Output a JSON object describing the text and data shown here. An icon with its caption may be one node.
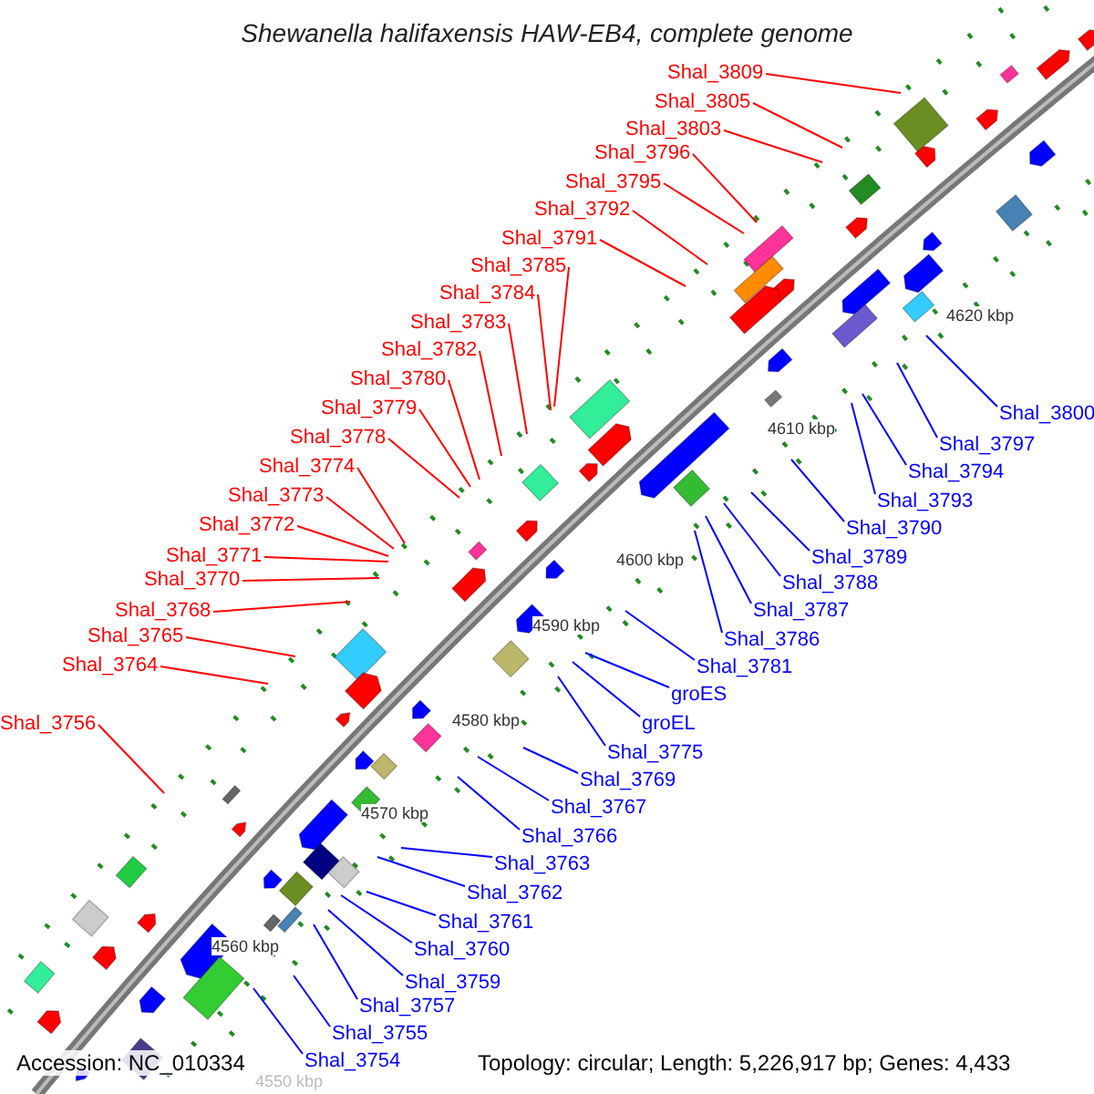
{
  "diagram": {
    "title": "Shewanella halifaxensis HAW-EB4, complete genome",
    "nodes": [
      {
        "text": [
          "Shal_3809"
        ]
      },
      {
        "text": [
          "Shal_3805"
        ]
      },
      {
        "text": [
          "Shal_3803"
        ]
      },
      {
        "text": [
          "Shal_3796"
        ]
      },
      {
        "text": [
          "Shal_3795"
        ]
      },
      {
        "text": [
          "Shal_3792"
        ]
      },
      {
        "text": [
          "Shal_3791"
        ]
      },
      {
        "text": [
          "Shal_3785"
        ]
      },
      {
        "text": [
          "Shal_3784"
        ]
      },
      {
        "text": [
          "Shal_3783"
        ]
      },
      {
        "text": [
          "Shal_3782"
        ]
      },
      {
        "text": [
          "Shal_3780"
        ]
      },
      {
        "text": [
          "Shal_3779"
        ]
      },
      {
        "text": [
          "Shal_3778"
        ]
      },
      {
        "text": [
          "Shal_3774"
        ]
      },
      {
        "text": [
          "Shal_3773"
        ]
      },
      {
        "text": [
          "Shal_3772"
        ]
      },
      {
        "text": [
          "Shal_3771"
        ]
      },
      {
        "text": [
          "Shal_3770"
        ]
      },
      {
        "text": [
          "Shal_3768"
        ]
      },
      {
        "text": [
          "Shal_3765"
        ]
      },
      {
        "text": [
          "Shal_3764"
        ]
      },
      {
        "text": [
          "Shal_3756"
        ]
      },
      {
        "text": [
          "Shal_3800"
        ]
      },
      {
        "text": [
          "Shal_3797"
        ]
      },
      {
        "text": [
          "Shal_3794"
        ]
      },
      {
        "text": [
          "Shal_3793"
        ]
      },
      {
        "text": [
          "Shal_3790"
        ]
      },
      {
        "text": [
          "Shal_3789"
        ]
      },
      {
        "text": [
          "Shal_3788"
        ]
      },
      {
        "text": [
          "Shal_3787"
        ]
      },
      {
        "text": [
          "Shal_3786"
        ]
      },
      {
        "text": [
          "Shal_3781"
        ]
      },
      {
        "text": [
          "groES"
        ]
      },
      {
        "text": [
          "groEL"
        ]
      },
      {
        "text": [
          "Shal_3775"
        ]
      },
      {
        "text": [
          "Shal_3769"
        ]
      },
      {
        "text": [
          "Shal_3767"
        ]
      },
      {
        "text": [
          "Shal_3766"
        ]
      },
      {
        "text": [
          "Shal_3763"
        ]
      },
      {
        "text": [
          "Shal_3762"
        ]
      },
      {
        "text": [
          "Shal_3761"
        ]
      },
      {
        "text": [
          "Shal_3760"
        ]
      },
      {
        "text": [
          "Shal_3759"
        ]
      },
      {
        "text": [
          "Shal_3757"
        ]
      },
      {
        "text": [
          "Shal_3755"
        ]
      },
      {
        "text": [
          "Shal_3754"
        ]
      }
    ],
    "edges": [
      {
        "from": 0,
        "to": null,
        "arrow": "none",
        "color": "#ff0000"
      },
      {
        "from": 1,
        "to": null,
        "arrow": "none",
        "color": "#ff0000"
      },
      {
        "from": 2,
        "to": null,
        "arrow": "none",
        "color": "#ff0000"
      },
      {
        "from": 3,
        "to": null,
        "arrow": "none",
        "color": "#ff0000"
      },
      {
        "from": 4,
        "to": null,
        "arrow": "none",
        "color": "#ff0000"
      },
      {
        "from": 5,
        "to": null,
        "arrow": "none",
        "color": "#ff0000"
      },
      {
        "from": 6,
        "to": null,
        "arrow": "none",
        "color": "#ff0000"
      },
      {
        "from": 7,
        "to": null,
        "arrow": "none",
        "color": "#ff0000"
      },
      {
        "from": 8,
        "to": null,
        "arrow": "none",
        "color": "#ff0000"
      },
      {
        "from": 9,
        "to": null,
        "arrow": "none",
        "color": "#ff0000"
      },
      {
        "from": 10,
        "to": null,
        "arrow": "none",
        "color": "#ff0000"
      },
      {
        "from": 11,
        "to": null,
        "arrow": "none",
        "color": "#ff0000"
      },
      {
        "from": 12,
        "to": null,
        "arrow": "none",
        "color": "#ff0000"
      },
      {
        "from": 13,
        "to": null,
        "arrow": "none",
        "color": "#ff0000"
      },
      {
        "from": 14,
        "to": null,
        "arrow": "none",
        "color": "#ff0000"
      },
      {
        "from": 15,
        "to": null,
        "arrow": "none",
        "color": "#ff0000"
      },
      {
        "from": 16,
        "to": null,
        "arrow": "none",
        "color": "#ff0000"
      },
      {
        "from": 17,
        "to": null,
        "arrow": "none",
        "color": "#ff0000"
      },
      {
        "from": 18,
        "to": null,
        "arrow": "none",
        "color": "#ff0000"
      },
      {
        "from": 19,
        "to": null,
        "arrow": "none",
        "color": "#ff0000"
      },
      {
        "from": 20,
        "to": null,
        "arrow": "none",
        "color": "#ff0000"
      },
      {
        "from": 21,
        "to": null,
        "arrow": "none",
        "color": "#ff0000"
      },
      {
        "from": 22,
        "to": null,
        "arrow": "none",
        "color": "#ff0000"
      },
      {
        "from": 23,
        "to": null,
        "arrow": "none",
        "color": "#0000ff"
      },
      {
        "from": 24,
        "to": null,
        "arrow": "none",
        "color": "#0000ff"
      },
      {
        "from": 25,
        "to": null,
        "arrow": "none",
        "color": "#0000ff"
      },
      {
        "from": 26,
        "to": null,
        "arrow": "none",
        "color": "#0000ff"
      },
      {
        "from": 27,
        "to": null,
        "arrow": "none",
        "color": "#0000ff"
      },
      {
        "from": 28,
        "to": null,
        "arrow": "none",
        "color": "#0000ff"
      },
      {
        "from": 29,
        "to": null,
        "arrow": "none",
        "color": "#0000ff"
      },
      {
        "from": 30,
        "to": null,
        "arrow": "none",
        "color": "#0000ff"
      },
      {
        "from": 31,
        "to": null,
        "arrow": "none",
        "color": "#0000ff"
      },
      {
        "from": 32,
        "to": null,
        "arrow": "none",
        "color": "#0000ff"
      },
      {
        "from": 33,
        "to": null,
        "arrow": "none",
        "color": "#0000ff"
      },
      {
        "from": 34,
        "to": null,
        "arrow": "none",
        "color": "#0000ff"
      },
      {
        "from": 35,
        "to": null,
        "arrow": "none",
        "color": "#0000ff"
      },
      {
        "from": 36,
        "to": null,
        "arrow": "none",
        "color": "#0000ff"
      },
      {
        "from": 37,
        "to": null,
        "arrow": "none",
        "color": "#0000ff"
      },
      {
        "from": 38,
        "to": null,
        "arrow": "none",
        "color": "#0000ff"
      },
      {
        "from": 39,
        "to": null,
        "arrow": "none",
        "color": "#0000ff"
      },
      {
        "from": 40,
        "to": null,
        "arrow": "none",
        "color": "#0000ff"
      },
      {
        "from": 41,
        "to": null,
        "arrow": "none",
        "color": "#0000ff"
      },
      {
        "from": 42,
        "to": null,
        "arrow": "none",
        "color": "#0000ff"
      },
      {
        "from": 43,
        "to": null,
        "arrow": "none",
        "color": "#0000ff"
      },
      {
        "from": 44,
        "to": null,
        "arrow": "none",
        "color": "#0000ff"
      },
      {
        "from": 45,
        "to": null,
        "arrow": "none",
        "color": "#0000ff"
      },
      {
        "from": 46,
        "to": null,
        "arrow": "none",
        "color": "#0000ff"
      }
    ],
    "labels": [
      "4620 kbp",
      "4610 kbp",
      "4600 kbp",
      "4590 kbp",
      "4580 kbp",
      "4570 kbp",
      "4560 kbp",
      "4550 kbp",
      "Accession: NC_010334",
      "Topology: circular; Length: 5,226,917 bp; Genes: 4,433"
    ]
  }
}
